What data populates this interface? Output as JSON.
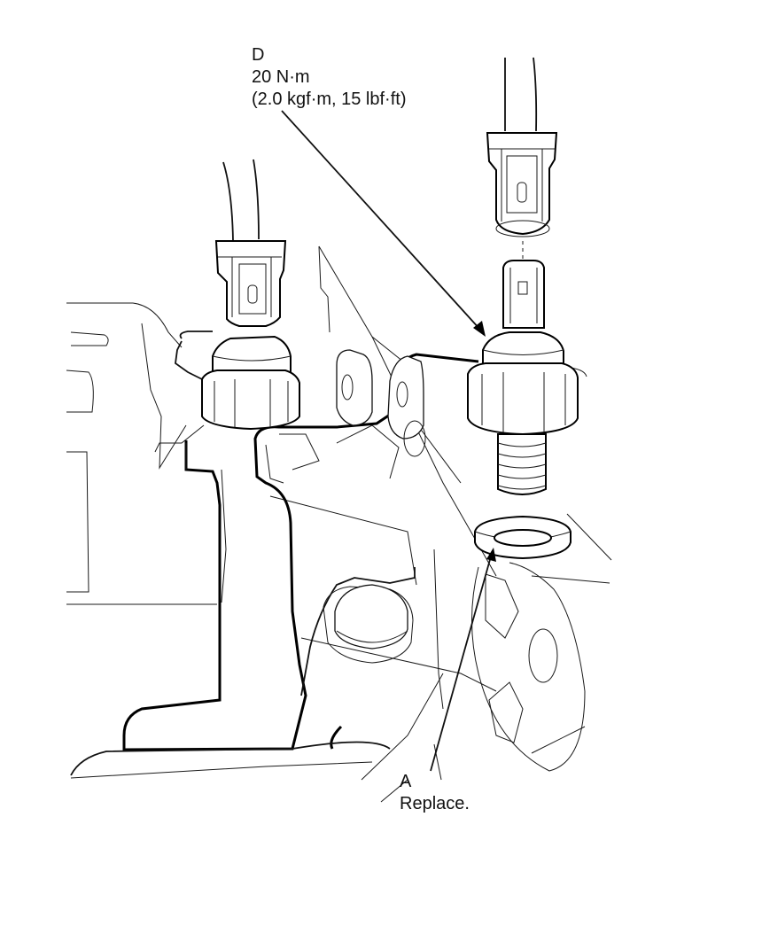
{
  "callouts": {
    "d": {
      "letter": "D",
      "torque_nm": "20 N·m",
      "torque_alt": "(2.0 kgf·m, 15 lbf·ft)"
    },
    "a": {
      "letter": "A",
      "note": "Replace."
    }
  },
  "colors": {
    "line": "#000000",
    "background": "#ffffff"
  }
}
